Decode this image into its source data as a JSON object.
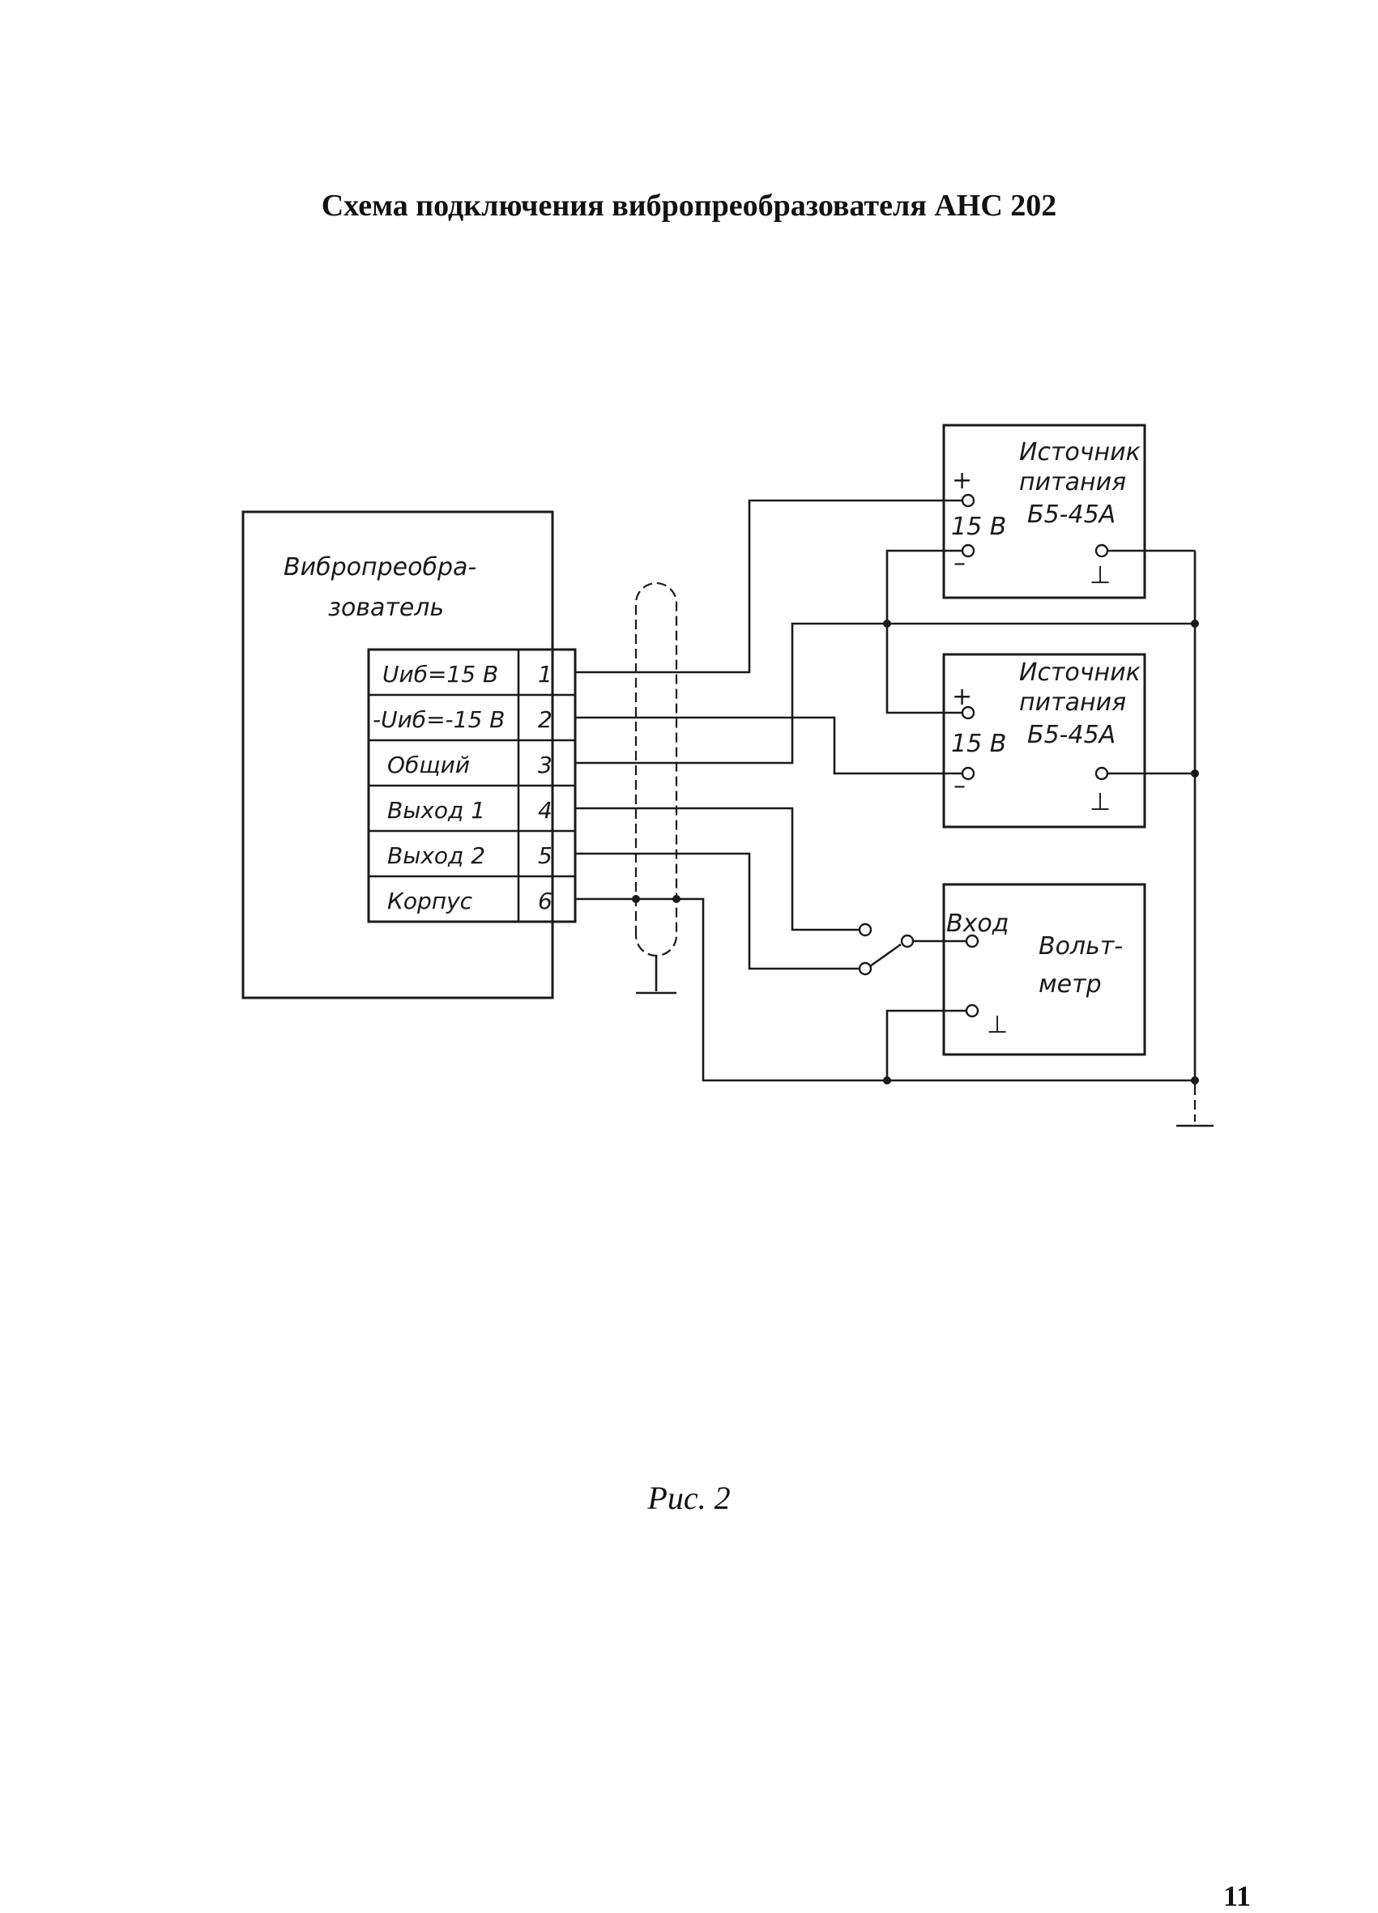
{
  "title": "Схема подключения вибропреобразователя АНС 202",
  "caption": "Рис. 2",
  "page_number": "11",
  "diagram": {
    "transducer": {
      "label_line1": "Вибропреобра-",
      "label_line2": "зователь",
      "pins": [
        {
          "signal": "Uиб=15 В",
          "number": "1"
        },
        {
          "signal": "-Uиб=-15 В",
          "number": "2"
        },
        {
          "signal": "Общий",
          "number": "3"
        },
        {
          "signal": "Выход 1",
          "number": "4"
        },
        {
          "signal": "Выход 2",
          "number": "5"
        },
        {
          "signal": "Корпус",
          "number": "6"
        }
      ]
    },
    "power_supply_1": {
      "name_line1": "Источник",
      "name_line2": "питания",
      "model": "Б5-45А",
      "plus": "+",
      "minus": "–",
      "voltage": "15 В",
      "ground": "⊥"
    },
    "power_supply_2": {
      "name_line1": "Источник",
      "name_line2": "питания",
      "model": "Б5-45А",
      "plus": "+",
      "minus": "–",
      "voltage": "15 В",
      "ground": "⊥"
    },
    "voltmeter": {
      "input_label": "Вход",
      "name_line1": "Вольт-",
      "name_line2": "метр",
      "ground": "⊥"
    }
  }
}
